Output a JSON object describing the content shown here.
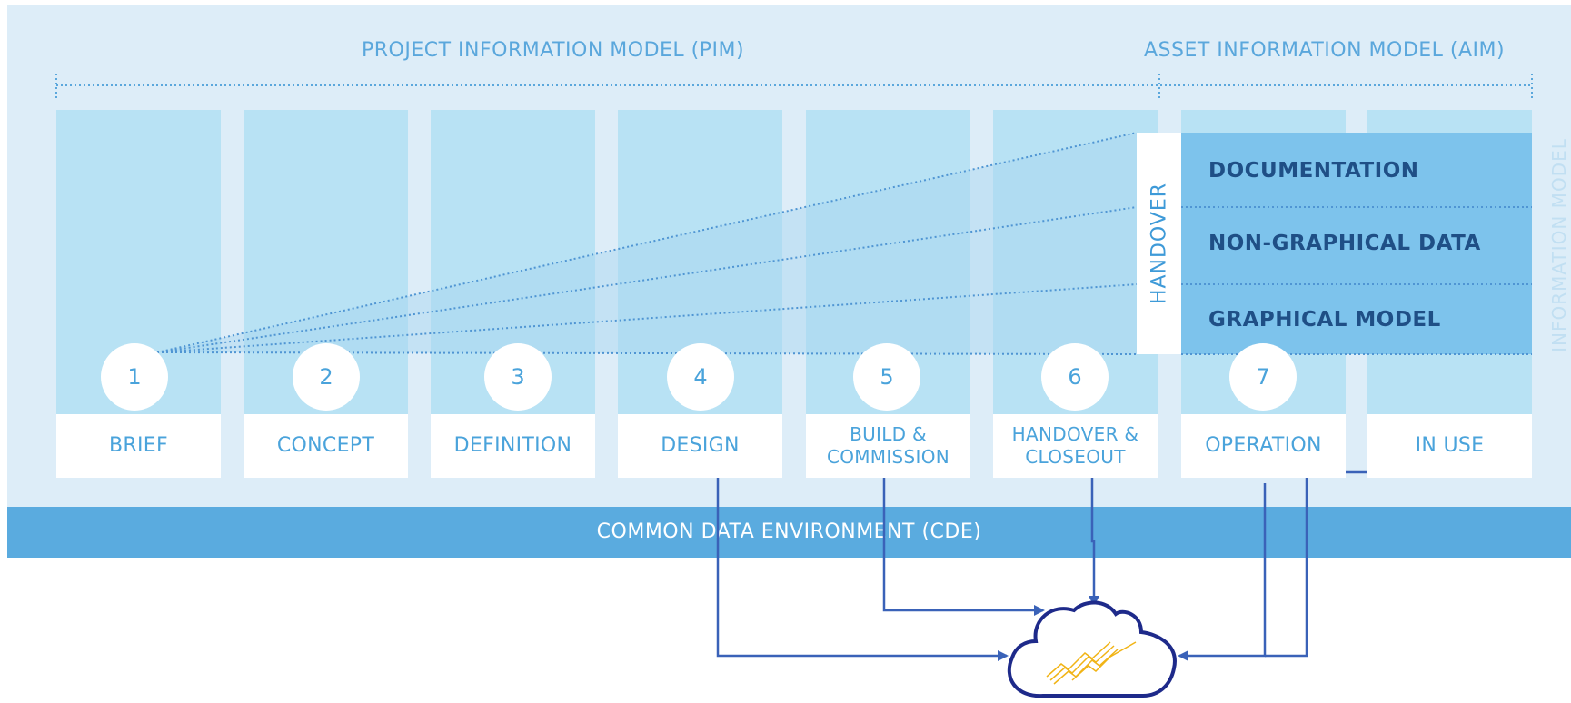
{
  "titles": {
    "pim": "PROJECT INFORMATION MODEL (PIM)",
    "aim": "ASSET INFORMATION MODEL (AIM)",
    "info_model": "INFORMATION MODEL",
    "cde": "COMMON DATA ENVIRONMENT (CDE)"
  },
  "stages": [
    {
      "number": "1",
      "label": "BRIEF"
    },
    {
      "number": "2",
      "label": "CONCEPT"
    },
    {
      "number": "3",
      "label": "DEFINITION"
    },
    {
      "number": "4",
      "label": "DESIGN"
    },
    {
      "number": "5",
      "label_line1": "BUILD &",
      "label_line2": "COMMISSION"
    },
    {
      "number": "6",
      "label_line1": "HANDOVER &",
      "label_line2": "CLOSEOUT"
    },
    {
      "number": "7",
      "label": "OPERATION"
    },
    {
      "label": "IN USE"
    }
  ],
  "handover": "HANDOVER",
  "aim_layers": [
    "DOCUMENTATION",
    "NON-GRAPHICAL DATA",
    "GRAPHICAL MODEL"
  ],
  "colors": {
    "panel": "#ddedf8",
    "column": "#b8e2f4",
    "cde": "#5aabdf",
    "aim_layers": "#7dc3ec",
    "arrows": "#3a62b8",
    "cloud_outline": "#1e2a8a",
    "cloud_mark": "#f1b416"
  },
  "cloud_icon": "cloud-icon"
}
